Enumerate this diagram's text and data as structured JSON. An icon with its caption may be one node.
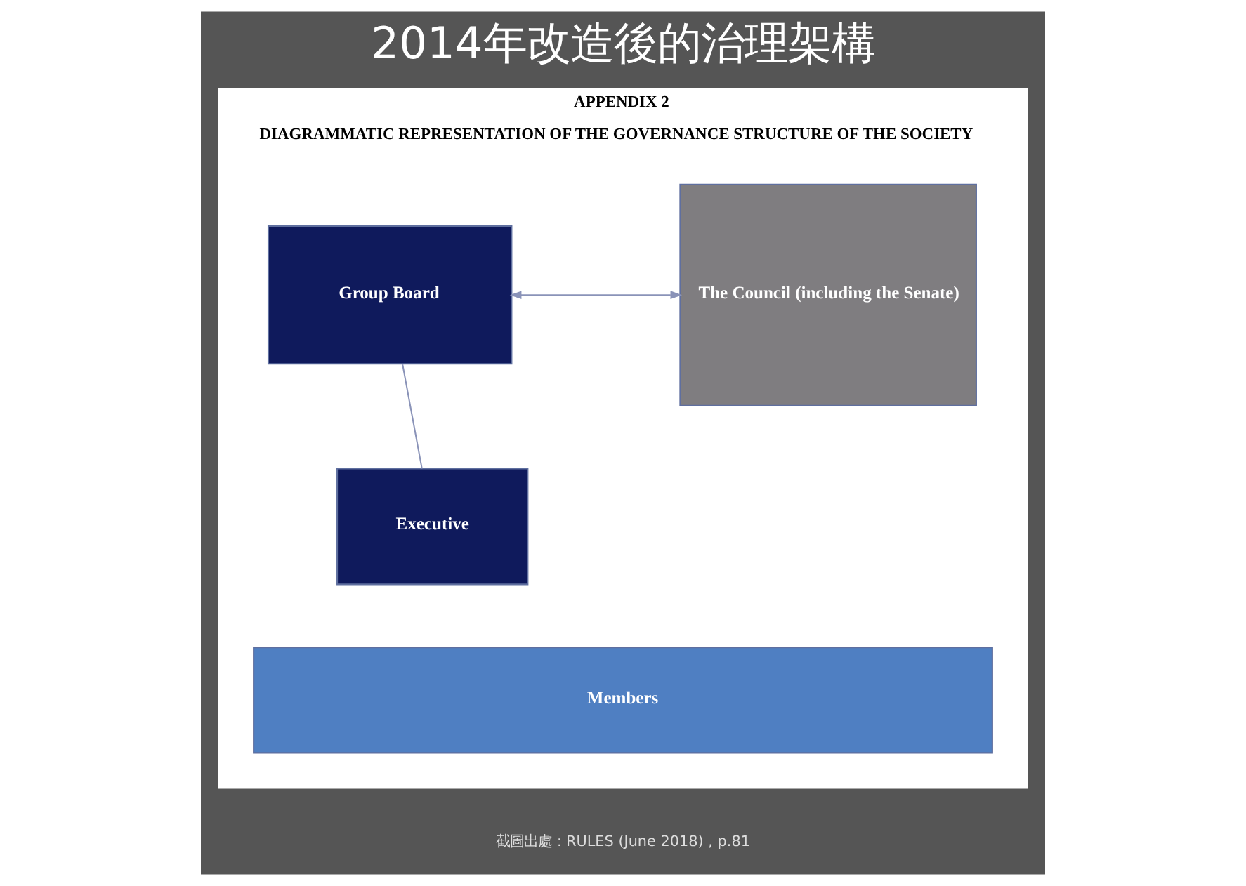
{
  "diagram": {
    "title": "2014年改造後的治理架構",
    "caption": "截圖出處：RULES (June 2018) , p.81",
    "nodes": [
      {
        "text": [
          "APPENDIX 2",
          "DIAGRAMMATIC REPRESENTATION OF THE GOVERNANCE STRUCTURE OF THE SOCIETY"
        ]
      },
      {
        "text": [
          "Group Board"
        ],
        "in": 0
      },
      {
        "text": [
          "The Council (including the Senate)"
        ],
        "in": 0
      },
      {
        "text": [
          "Executive"
        ],
        "in": 0
      },
      {
        "text": [
          "Members"
        ],
        "in": 0
      }
    ],
    "edges": [
      {
        "from": 1,
        "to": 2,
        "arrow": "both"
      },
      {
        "from": 1,
        "to": 3,
        "arrow": "none"
      }
    ]
  }
}
